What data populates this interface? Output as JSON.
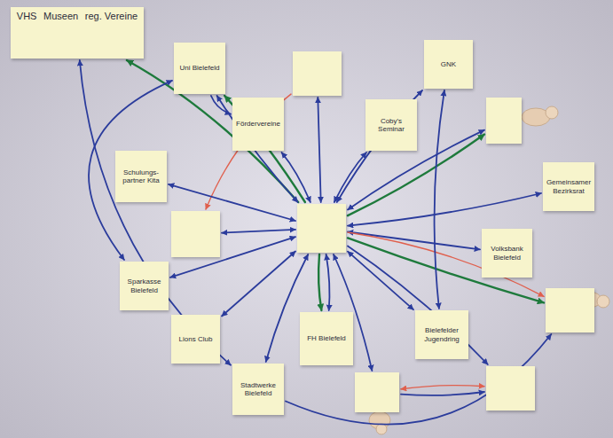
{
  "diagram": {
    "nodes": [
      {
        "text": [
          "VHS",
          "Museen",
          "reg. Vereine"
        ]
      },
      {
        "text": [
          "Uni Bielefeld"
        ]
      },
      {
        "text": []
      },
      {
        "text": [
          "GNK"
        ]
      },
      {
        "text": [
          "Fördervereine"
        ]
      },
      {
        "text": [
          "Coby's Seminar"
        ]
      },
      {
        "text": []
      },
      {
        "text": [
          "Schulungs-partner Kita"
        ]
      },
      {
        "text": [
          "Gemeinsamer Bezirksrat"
        ]
      },
      {
        "text": []
      },
      {
        "text": []
      },
      {
        "text": [
          "Volksbank Bielefeld"
        ]
      },
      {
        "text": [
          "Sparkasse Bielefeld"
        ]
      },
      {
        "text": []
      },
      {
        "text": [
          "Lions Club"
        ]
      },
      {
        "text": [
          "FH Bielefeld"
        ]
      },
      {
        "text": [
          "Bielefelder Jugendring"
        ]
      },
      {
        "text": [
          "Stadtwerke Bielefeld"
        ]
      },
      {
        "text": []
      },
      {
        "text": []
      }
    ],
    "edges": [
      {
        "from": 10,
        "to": 0,
        "arrow": "to"
      },
      {
        "from": 10,
        "to": 1,
        "arrow": "both"
      },
      {
        "from": 10,
        "to": 1,
        "arrow": "to"
      },
      {
        "from": 10,
        "to": 2,
        "arrow": "both"
      },
      {
        "from": 10,
        "to": 4,
        "arrow": "both"
      },
      {
        "from": 2,
        "to": 9,
        "arrow": "to"
      },
      {
        "from": 10,
        "to": 5,
        "arrow": "both"
      },
      {
        "from": 10,
        "to": 3,
        "arrow": "both"
      },
      {
        "from": 10,
        "to": 6,
        "arrow": "both"
      },
      {
        "from": 10,
        "to": 6,
        "arrow": "to"
      },
      {
        "from": 10,
        "to": 8,
        "arrow": "both"
      },
      {
        "from": 10,
        "to": 11,
        "arrow": "both"
      },
      {
        "from": 10,
        "to": 13,
        "arrow": "to"
      },
      {
        "from": 10,
        "to": 13,
        "arrow": "to"
      },
      {
        "from": 10,
        "to": 16,
        "arrow": "both"
      },
      {
        "from": 10,
        "to": 19,
        "arrow": "to"
      },
      {
        "from": 10,
        "to": 15,
        "arrow": "to"
      },
      {
        "from": 10,
        "to": 15,
        "arrow": "both"
      },
      {
        "from": 10,
        "to": 17,
        "arrow": "both"
      },
      {
        "from": 10,
        "to": 18,
        "arrow": "both"
      },
      {
        "from": 10,
        "to": 14,
        "arrow": "both"
      },
      {
        "from": 10,
        "to": 12,
        "arrow": "both"
      },
      {
        "from": 10,
        "to": 9,
        "arrow": "both"
      },
      {
        "from": 10,
        "to": 7,
        "arrow": "both"
      },
      {
        "from": 1,
        "to": 4,
        "arrow": "to"
      },
      {
        "from": 12,
        "to": 1,
        "arrow": "both"
      },
      {
        "from": 17,
        "to": 0,
        "arrow": "both"
      },
      {
        "from": 16,
        "to": 3,
        "arrow": "both"
      },
      {
        "from": 18,
        "to": 19,
        "arrow": "both"
      },
      {
        "from": 18,
        "to": 19,
        "arrow": "to"
      },
      {
        "from": 17,
        "to": 13,
        "arrow": "to"
      }
    ]
  }
}
